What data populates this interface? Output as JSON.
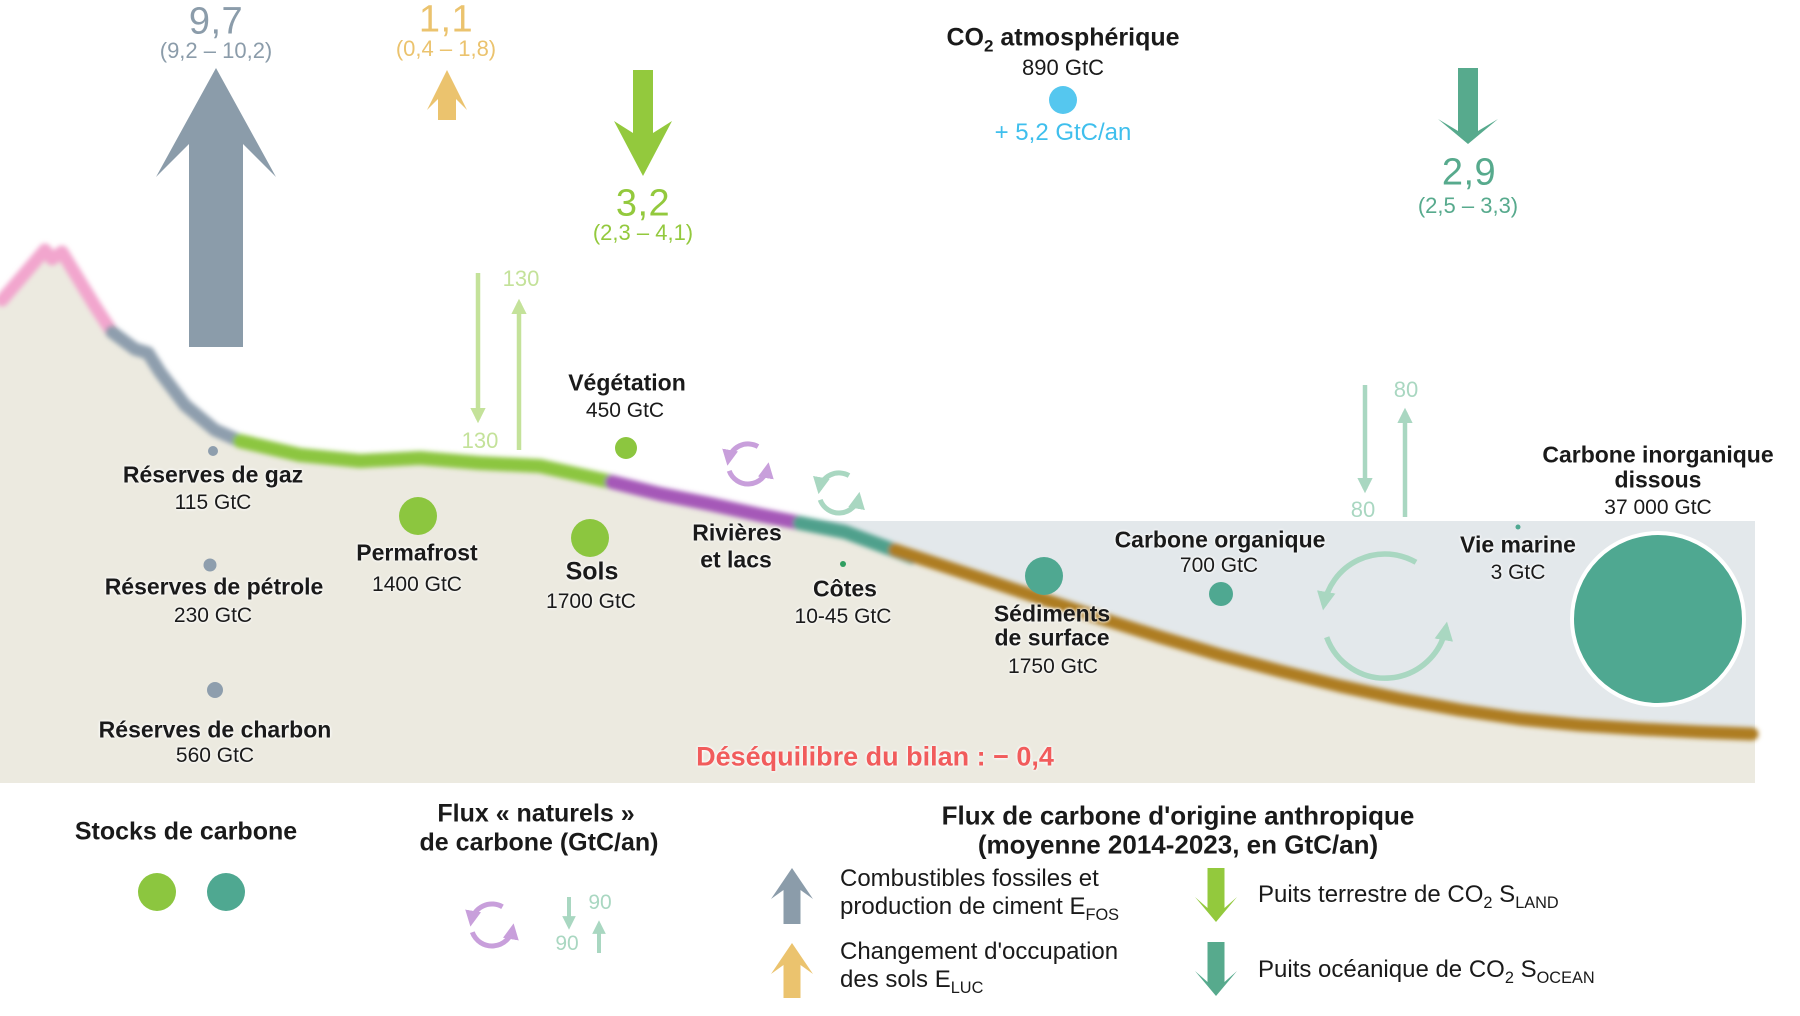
{
  "atmosphere": {
    "title_pre": "CO",
    "title_sub": "2",
    "title_post": " atmosphérique",
    "stock": "890 GtC",
    "growth_rate": "+ 5,2 GtC/an"
  },
  "flux_arrows": {
    "fossil": {
      "value": "9,7",
      "range": "(9,2 – 10,2)"
    },
    "land_use": {
      "value": "1,1",
      "range": "(0,4 – 1,8)"
    },
    "land_sink": {
      "value": "3,2",
      "range": "(2,3 – 4,1)"
    },
    "ocean_sink": {
      "value": "2,9",
      "range": "(2,5 – 3,3)"
    }
  },
  "natural_fluxes": {
    "vegetation_down": "130",
    "vegetation_up": "130",
    "ocean_down": "80",
    "ocean_up": "80",
    "legend_down": "90",
    "legend_up": "90"
  },
  "stocks": {
    "gas": {
      "label": "Réserves de gaz",
      "value": "115 GtC"
    },
    "oil": {
      "label": "Réserves de pétrole",
      "value": "230 GtC"
    },
    "coal": {
      "label": "Réserves de charbon",
      "value": "560 GtC"
    },
    "permafrost": {
      "label": "Permafrost",
      "value": "1400 GtC"
    },
    "soils": {
      "label": "Sols",
      "value": "1700 GtC"
    },
    "vegetation": {
      "label": "Végétation",
      "value": "450 GtC"
    },
    "rivers": {
      "label_line1": "Rivières",
      "label_line2": "et lacs"
    },
    "coasts": {
      "label": "Côtes",
      "value": "10-45 GtC"
    },
    "sediments": {
      "label_line1": "Sédiments",
      "label_line2": "de surface",
      "value": "1750 GtC"
    },
    "organic": {
      "label": "Carbone organique",
      "value": "700 GtC"
    },
    "marine_life": {
      "label": "Vie marine",
      "value": "3 GtC"
    },
    "dic": {
      "label_line1": "Carbone inorganique",
      "label_line2": "dissous",
      "value": "37 000 GtC"
    }
  },
  "imbalance": {
    "text": "Déséquilibre du bilan : − 0,4"
  },
  "legend": {
    "stocks_title": "Stocks de carbone",
    "natural_title_line1": "Flux « naturels »",
    "natural_title_line2": "de carbone (GtC/an)",
    "anthro_title_line1": "Flux de carbone d'origine anthropique",
    "anthro_title_line2": "(moyenne 2014-2023, en GtC/an)",
    "items": {
      "fossil": {
        "line1": "Combustibles fossiles et",
        "line2_pre": "production de ciment E",
        "line2_sub": "FOS"
      },
      "land_use": {
        "line1": "Changement d'occupation",
        "line2_pre": "des sols E",
        "line2_sub": "LUC"
      },
      "land_sink": {
        "pre": "Puits terrestre de CO",
        "sub1": "2",
        "mid": " S",
        "sub2": "LAND"
      },
      "ocean_sink": {
        "pre": "Puits océanique de CO",
        "sub1": "2",
        "mid": " S",
        "sub2": "OCEAN"
      }
    }
  },
  "colors": {
    "fossil_gray": "#8b9caa",
    "land_use_orange": "#ebc36e",
    "land_sink_green": "#93c93d",
    "ocean_sink_teal": "#57aa8d",
    "natural_flux_green": "#c4e29a",
    "natural_flux_teal": "#a9d7c1",
    "natural_flux_purple": "#c89fdb",
    "atmosphere_blue": "#55c7ef",
    "imbalance_red": "#f15c5c",
    "stock_green": "#8cc63f",
    "stock_teal": "#4fa891",
    "land_beige": "#eceae0",
    "ocean_gray": "#e3e8eb",
    "seafloor_brown": "#ae7d20"
  }
}
